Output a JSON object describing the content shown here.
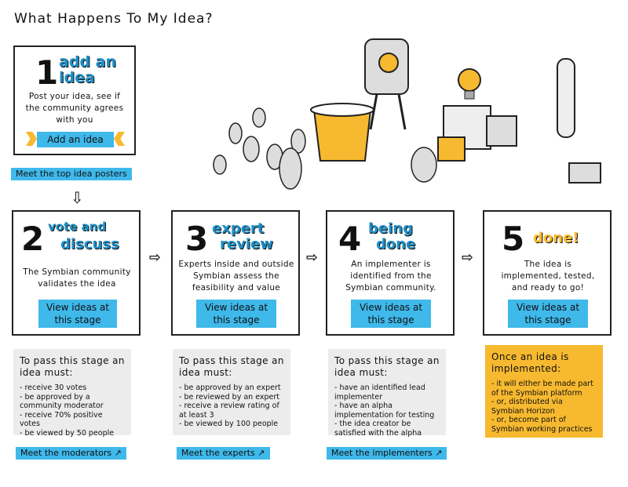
{
  "page": {
    "title": "What Happens To My Idea?"
  },
  "step1": {
    "number": "1",
    "heading_line1": "add an",
    "heading_line2": "idea",
    "description": "Post your idea, see if the community agrees with you",
    "button": "Add an idea",
    "link": "Meet the top idea posters"
  },
  "step2": {
    "number": "2",
    "heading_line1": "vote and",
    "heading_line2": "discuss",
    "description": "The Symbian community validates the idea",
    "button": "View ideas at this stage",
    "note_title": "To pass this stage an idea must:",
    "note_items": [
      "receive 30 votes",
      "be approved by a community moderator",
      "receive 70% positive votes",
      "be viewed by 50 people"
    ],
    "link": "Meet the moderators"
  },
  "step3": {
    "number": "3",
    "heading_line1": "expert",
    "heading_line2": "review",
    "description": "Experts inside and outside Symbian assess the feasibility and value",
    "button": "View ideas at this stage",
    "note_title": "To pass this stage an idea must:",
    "note_items": [
      "be approved by an expert",
      "be reviewed by an expert",
      "receive a review rating of at least 3",
      "be viewed by 100 people"
    ],
    "link": "Meet the experts"
  },
  "step4": {
    "number": "4",
    "heading_line1": "being",
    "heading_line2": "done",
    "description": "An implementer is identified from the Symbian community.",
    "button": "View ideas at this stage",
    "note_title": "To pass this stage an idea must:",
    "note_items": [
      "have an identified lead implementer",
      "have an alpha implementation for testing",
      "the idea creator be satisfied with the alpha"
    ],
    "link": "Meet the implementers"
  },
  "step5": {
    "number": "5",
    "heading_line1": "done!",
    "description": "The idea is implemented, tested, and ready to go!",
    "button": "View ideas at this stage",
    "note_title": "Once an idea is implemented:",
    "note_items": [
      "it will either be made part of the Symbian platform",
      "or, distributed via Symbian Horizon",
      "or, become part of Symbian working practices"
    ]
  },
  "colors": {
    "accent": "#3fb8ea",
    "yellow": "#f7b92f",
    "note_grey": "#ececec"
  }
}
